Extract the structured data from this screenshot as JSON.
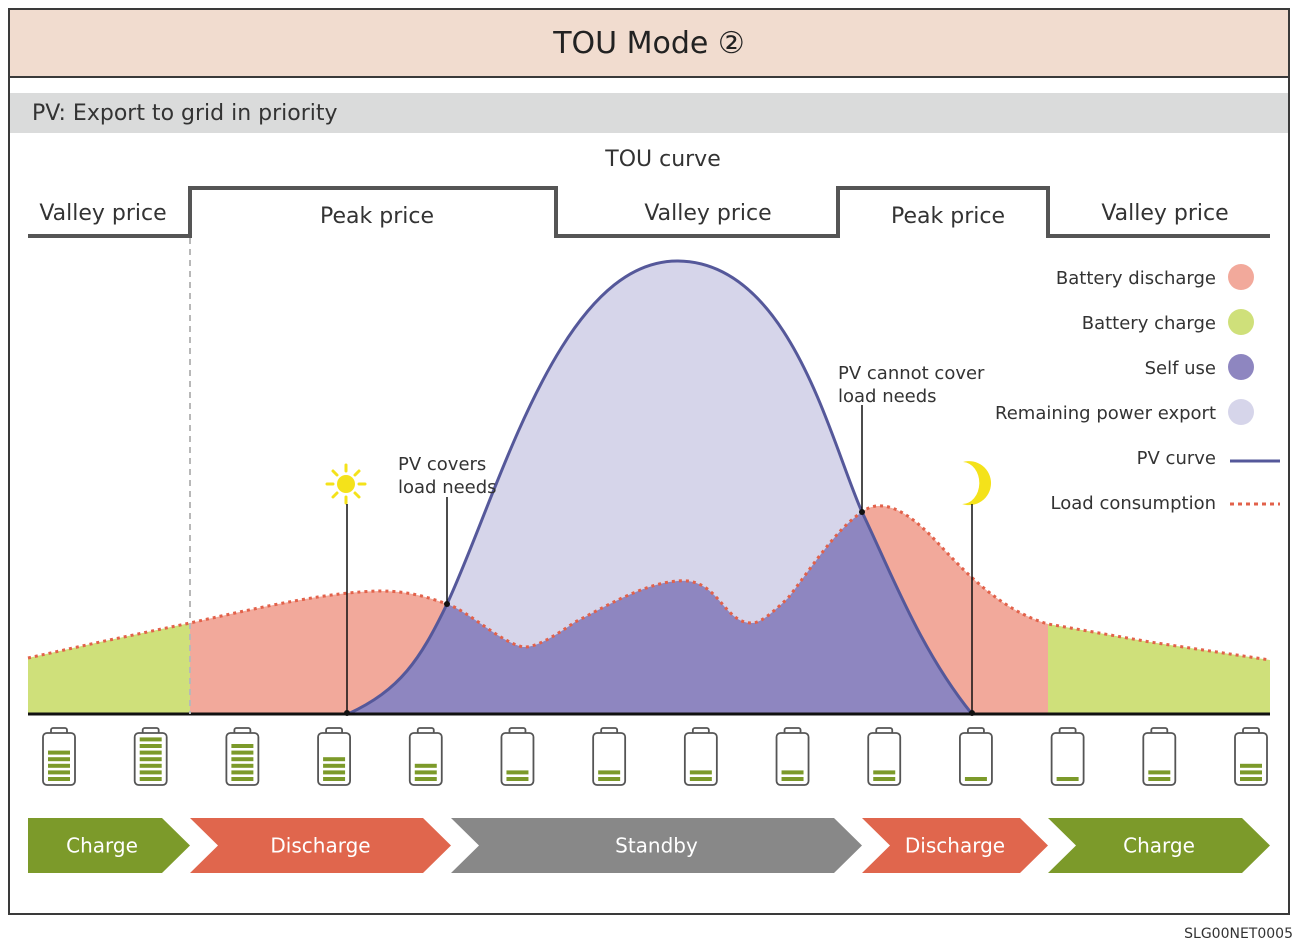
{
  "title": "TOU Mode ②",
  "subtitle": "PV: Export to grid in priority",
  "tou_curve_label": "TOU curve",
  "price_periods": [
    "Valley price",
    "Peak price",
    "Valley price",
    "Peak price",
    "Valley price"
  ],
  "annotations": {
    "pv_covers": [
      "PV covers",
      "load needs"
    ],
    "pv_cannot_cover": [
      "PV cannot cover",
      "load needs"
    ]
  },
  "legend": [
    {
      "label": "Battery discharge",
      "color": "#f2a99b",
      "kind": "dot"
    },
    {
      "label": "Battery charge",
      "color": "#cfe07a",
      "kind": "dot"
    },
    {
      "label": "Self use",
      "color": "#8e86c0",
      "kind": "dot"
    },
    {
      "label": "Remaining power export",
      "color": "#d6d5ea",
      "kind": "dot"
    },
    {
      "label": "PV curve",
      "color": "#55589a",
      "kind": "line"
    },
    {
      "label": "Load consumption",
      "color": "#e2614a",
      "kind": "dotted"
    }
  ],
  "battery_levels": [
    5,
    7,
    6,
    4,
    3,
    2,
    2,
    2,
    2,
    2,
    1,
    1,
    2,
    3
  ],
  "modes": [
    {
      "label": "Charge",
      "color": "#7c9a2a"
    },
    {
      "label": "Discharge",
      "color": "#e0664d"
    },
    {
      "label": "Standby",
      "color": "#888888"
    },
    {
      "label": "Discharge",
      "color": "#e0664d"
    },
    {
      "label": "Charge",
      "color": "#7c9a2a"
    }
  ],
  "footer_code": "SLG00NET0005",
  "colors": {
    "charge_fill": "#cfe07a",
    "discharge_fill": "#f2a99b",
    "self_use_fill": "#8e86c0",
    "export_fill": "#d6d5ea",
    "pv_line": "#55589a",
    "load_line": "#e2614a",
    "sun": "#f4e21a",
    "moon": "#f4e21a"
  }
}
